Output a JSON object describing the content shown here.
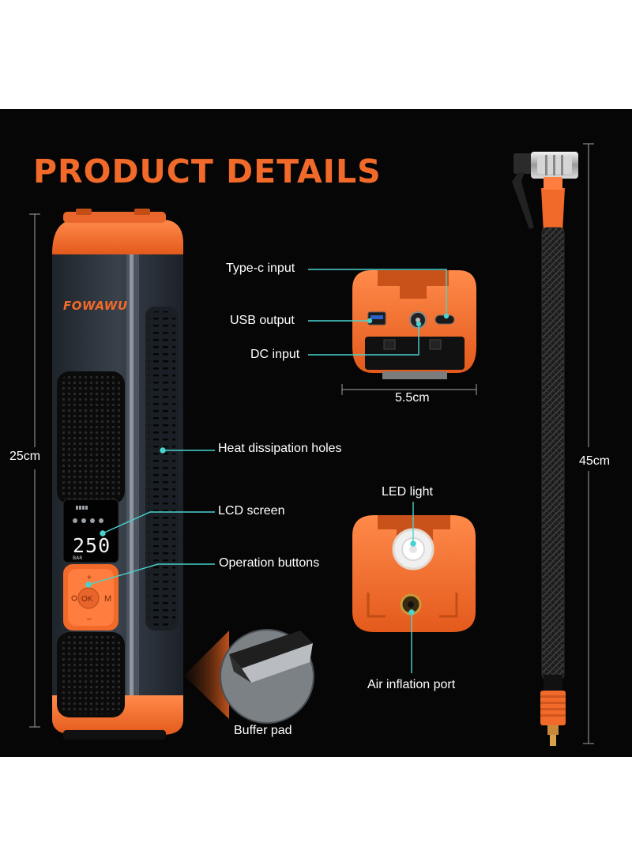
{
  "title": "PRODUCT DETAILS",
  "brand": "FOWAWU",
  "lcd": {
    "value": "250",
    "unit": "BAR"
  },
  "buttons": {
    "ok": "OK",
    "mode": "M"
  },
  "dimensions": {
    "height": "25cm",
    "port_width": "5.5cm",
    "hose_length": "45cm"
  },
  "labels": {
    "type_c": "Type-c input",
    "usb": "USB  output",
    "dc": "DC input",
    "heat": "Heat dissipation holes",
    "lcd": "LCD screen",
    "buttons": "Operation buttons",
    "led": "LED light",
    "air": "Air inflation port",
    "buffer": "Buffer pad"
  },
  "colors": {
    "accent": "#f26a2a",
    "leader": "#49d3cf",
    "background": "#060606",
    "body": "#2c333c"
  }
}
